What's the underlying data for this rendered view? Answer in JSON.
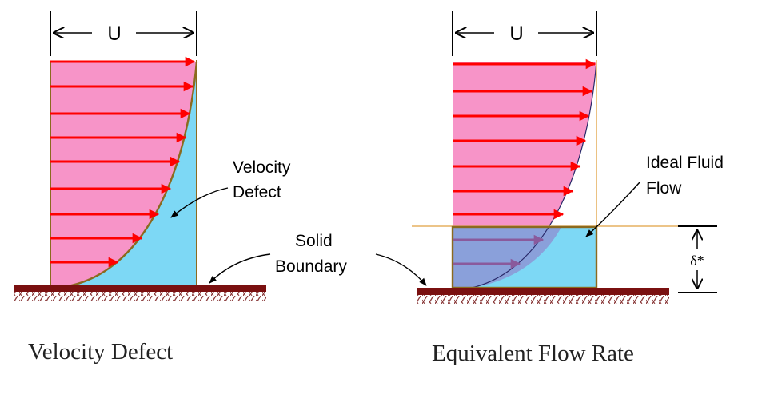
{
  "left": {
    "u_label": "U",
    "defect_label": [
      "Velocity",
      "Defect"
    ],
    "caption": "Velocity Defect"
  },
  "right": {
    "u_label": "U",
    "ideal_label": [
      "Ideal Fluid",
      "Flow"
    ],
    "delta_label": "δ*",
    "caption": "Equivalent Flow Rate"
  },
  "solid_label": [
    "Solid",
    "Boundary"
  ],
  "colors": {
    "pink": "#f794c8",
    "blue": "#7dd8f5",
    "overlap": "#8aa0da",
    "arrow_red": "#ff0000",
    "arrow_purple": "#8a5a9c",
    "wall": "#7a1010",
    "hatch": "#8a3a3a",
    "olive": "#8b6a1f",
    "orange": "#e0a040"
  }
}
